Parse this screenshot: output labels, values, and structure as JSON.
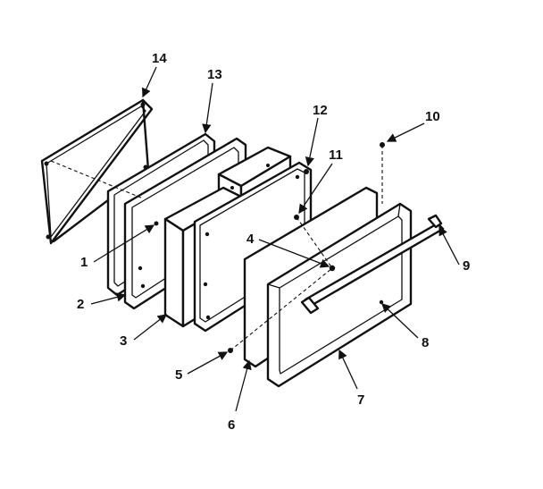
{
  "diagram": {
    "callouts": [
      "14",
      "13",
      "12",
      "11",
      "10",
      "1",
      "2",
      "3",
      "4",
      "5",
      "6",
      "7",
      "8",
      "9"
    ]
  }
}
